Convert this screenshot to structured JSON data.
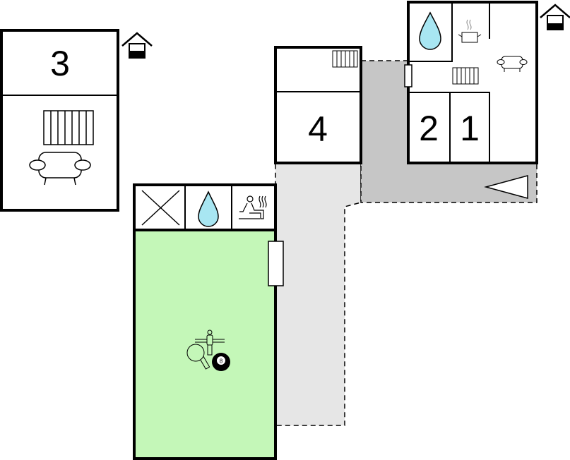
{
  "colors": {
    "wall": "#000000",
    "terrace_dark": "#c6c6c6",
    "terrace_light": "#e6e6e6",
    "activity_room": "#c4f7b8",
    "water": "#a8e6f2"
  },
  "rooms": {
    "bedroom_3": "3",
    "bedroom_4": "4",
    "bedroom_2": "2",
    "bedroom_1": "1"
  },
  "icons": [
    "house-entrance-icon",
    "radiator-icon",
    "sofa-icon",
    "water-drop-icon",
    "cooking-pot-icon",
    "sauna-icon",
    "table-tennis-icon",
    "foosball-icon",
    "billiard-ball-icon",
    "cross-icon",
    "direction-arrow-icon"
  ],
  "billiard_ball": "8"
}
